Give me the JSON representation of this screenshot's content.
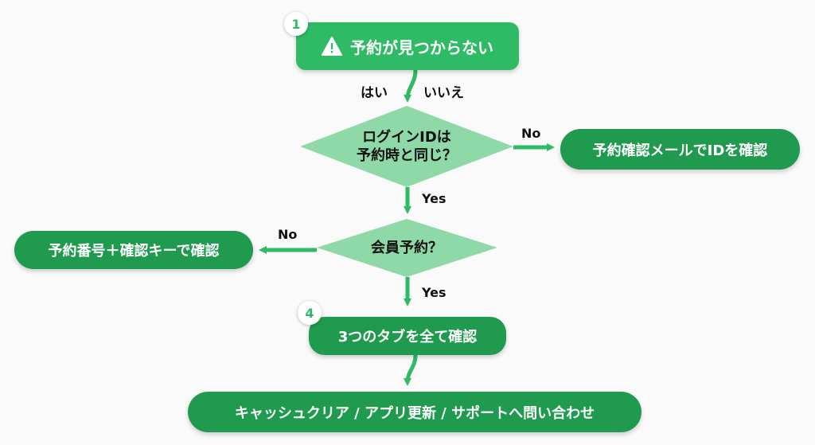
{
  "colors": {
    "primary": "#2fbb66",
    "dark": "#1f9a4f",
    "decision": "#8fd9a8",
    "arrow": "#2fbb66"
  },
  "start": {
    "badge": "1",
    "icon": "warning-icon",
    "label": "予約が見つからない"
  },
  "branch_labels": {
    "yes_ja": "はい",
    "no_ja": "いいえ"
  },
  "decision1": {
    "line1": "ログインIDは",
    "line2": "予約時と同じ？",
    "no_label": "No",
    "yes_label": "Yes"
  },
  "action1": {
    "label": "予約確認メールでIDを確認"
  },
  "decision2": {
    "label": "会員予約？",
    "no_label": "No",
    "yes_label": "Yes"
  },
  "action2": {
    "label": "予約番号＋確認キーで確認"
  },
  "step4": {
    "badge": "4",
    "label": "3つのタブを全て確認"
  },
  "final": {
    "label": "キャッシュクリア / アプリ更新 / サポートへ問い合わせ"
  }
}
